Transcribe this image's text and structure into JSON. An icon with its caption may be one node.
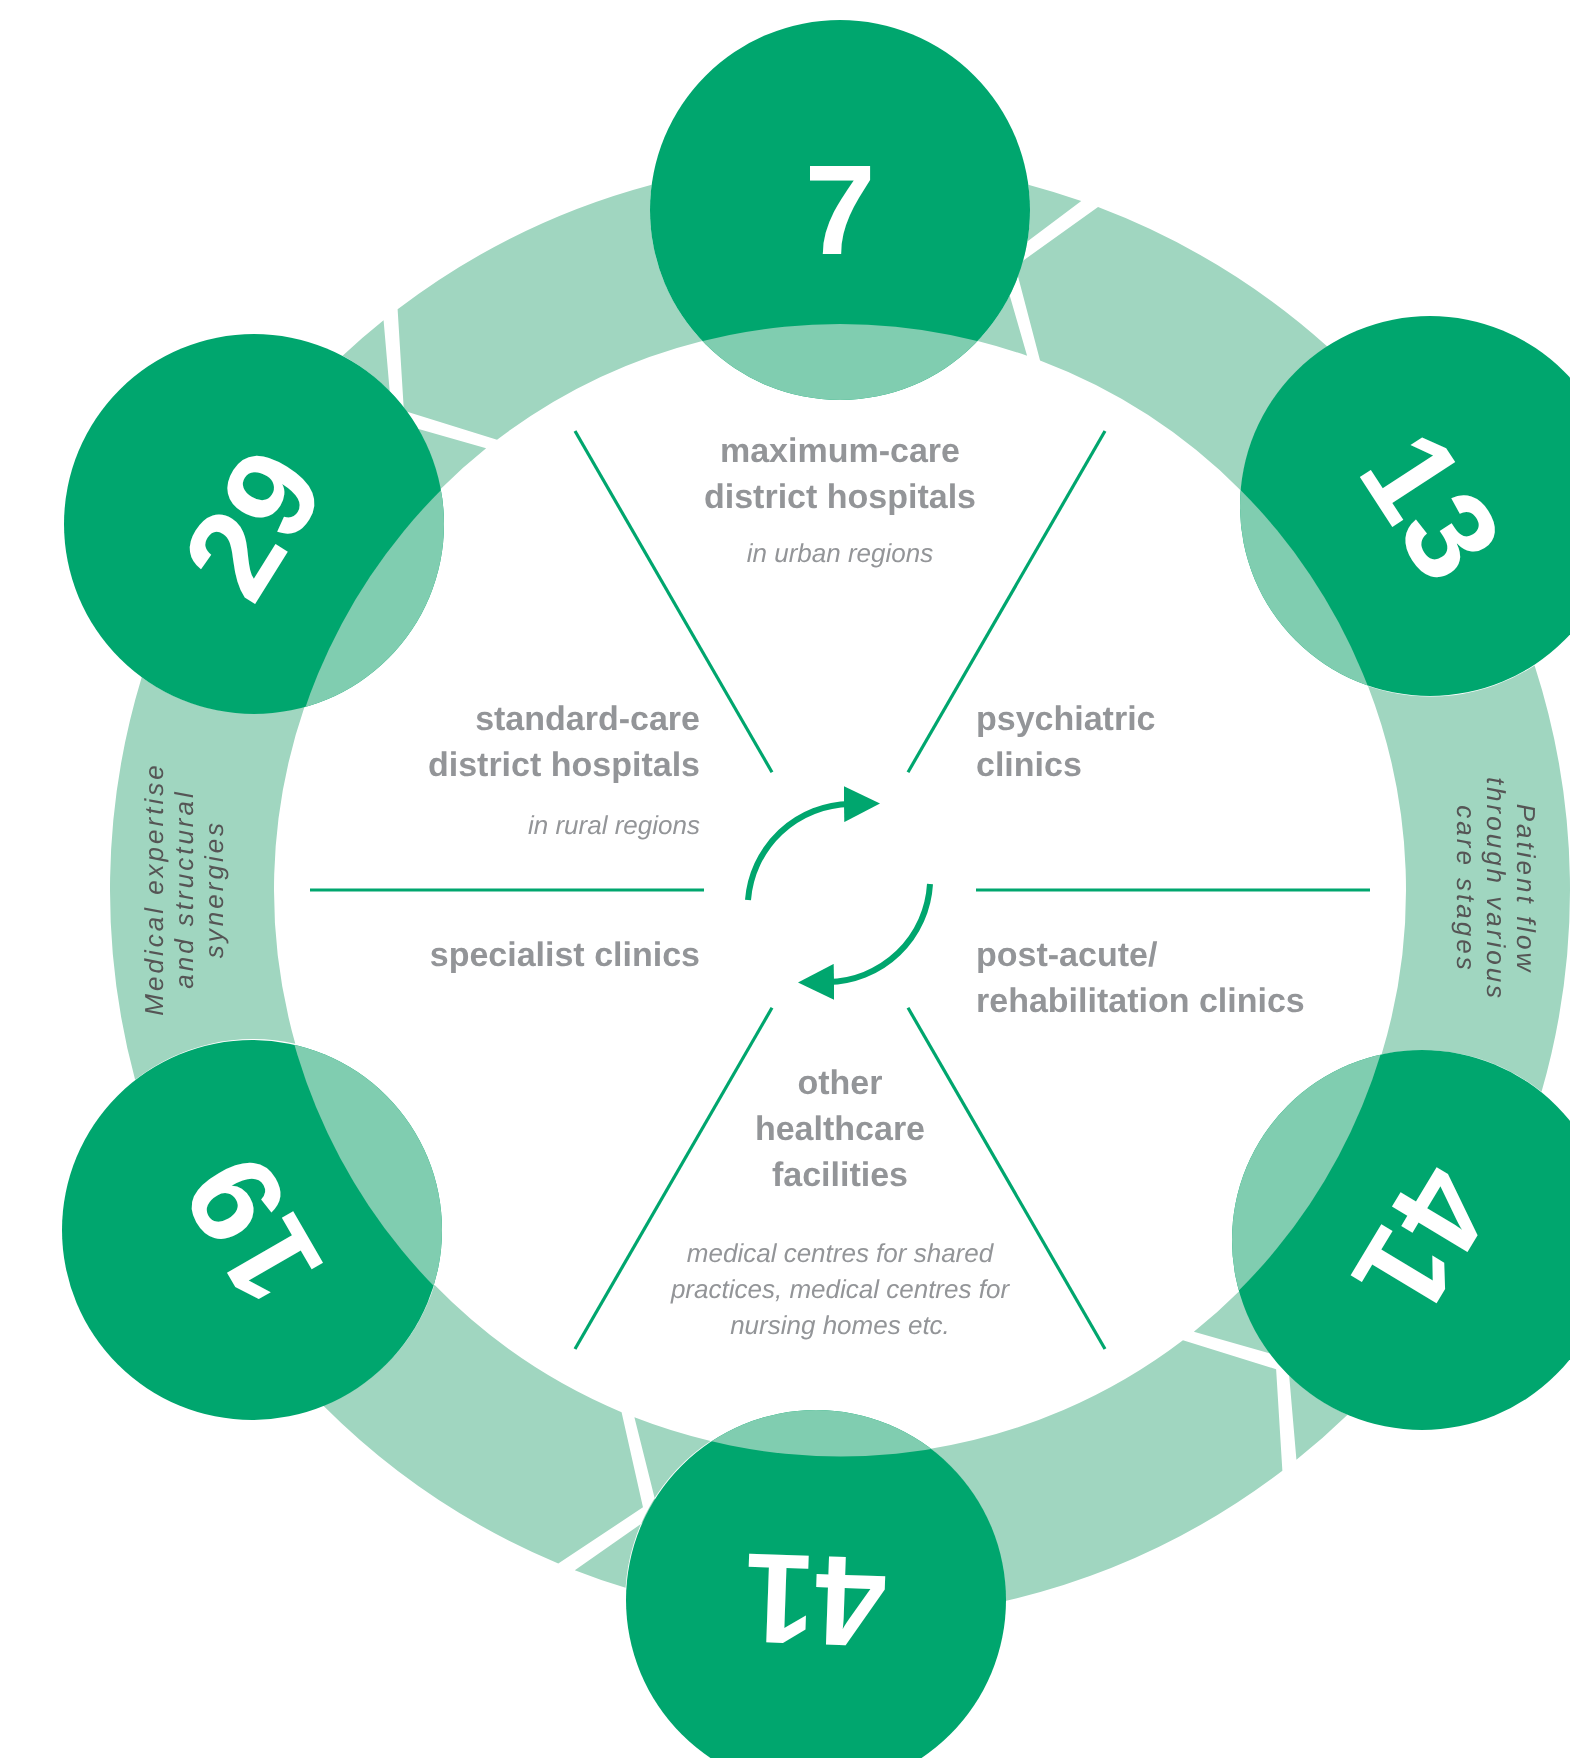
{
  "diagram": {
    "nodes": [
      {
        "text": [
          "7"
        ]
      },
      {
        "text": [
          "13"
        ]
      },
      {
        "text": [
          "41"
        ]
      },
      {
        "text": [
          "41"
        ]
      },
      {
        "text": [
          "19"
        ]
      },
      {
        "text": [
          "29"
        ]
      }
    ],
    "labels": [
      "maximum-care district hospitals",
      "in urban regions",
      "standard-care district hospitals",
      "in rural regions",
      "psychiatric clinics",
      "Medical expertise and structural synergies",
      "Patient flow through various care stages",
      "specialist clinics",
      "post-acute/ rehabilitation clinics",
      "other healthcare facilities",
      "medical centres for shared practices, medical centres for nursing homes etc."
    ]
  }
}
